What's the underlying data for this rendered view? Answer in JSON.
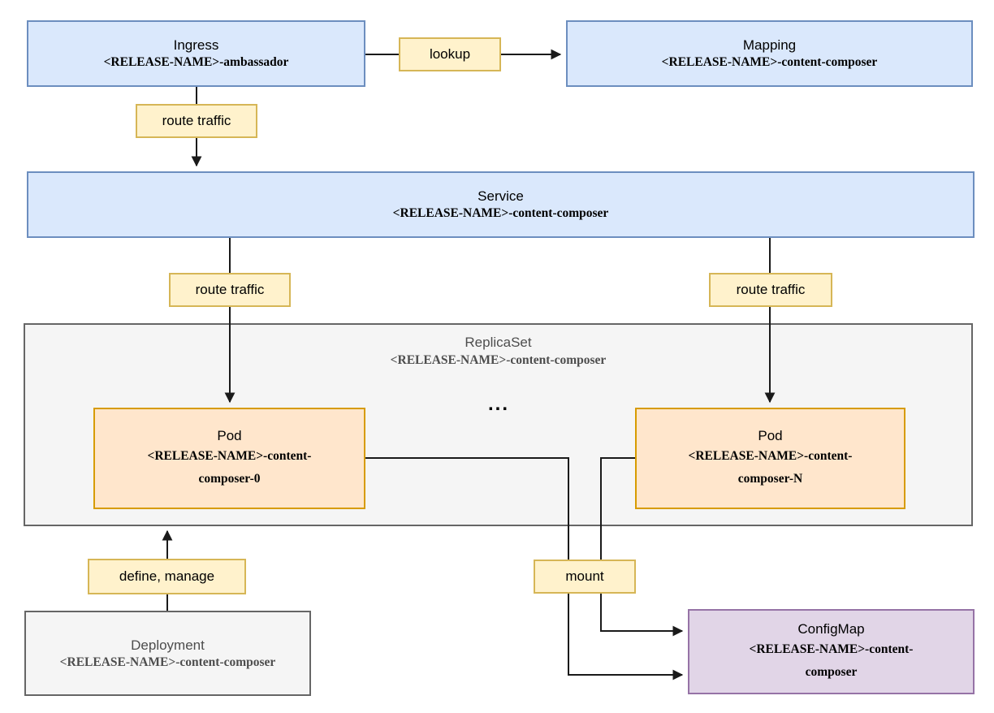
{
  "diagram": {
    "nodes": {
      "ingress": {
        "title": "Ingress",
        "subtitle": "<RELEASE-NAME>-ambassador"
      },
      "mapping": {
        "title": "Mapping",
        "subtitle": "<RELEASE-NAME>-content-composer"
      },
      "service": {
        "title": "Service",
        "subtitle": "<RELEASE-NAME>-content-composer"
      },
      "replicaset": {
        "title": "ReplicaSet",
        "subtitle": "<RELEASE-NAME>-content-composer"
      },
      "pod0": {
        "title": "Pod",
        "subtitle_line1": "<RELEASE-NAME>-content-",
        "subtitle_line2": "composer-0"
      },
      "podN": {
        "title": "Pod",
        "subtitle_line1": "<RELEASE-NAME>-content-",
        "subtitle_line2": "composer-N"
      },
      "deployment": {
        "title": "Deployment",
        "subtitle": "<RELEASE-NAME>-content-composer"
      },
      "configmap": {
        "title": "ConfigMap",
        "subtitle_line1": "<RELEASE-NAME>-content-",
        "subtitle_line2": "composer"
      }
    },
    "edge_labels": {
      "lookup": "lookup",
      "route_traffic_ingress": "route traffic",
      "route_traffic_left": "route traffic",
      "route_traffic_right": "route traffic",
      "define_manage": "define, manage",
      "mount": "mount"
    },
    "ellipsis": "...",
    "colors": {
      "node_blue_fill": "#dae8fc",
      "node_blue_stroke": "#6c8ebf",
      "node_orange_fill": "#ffe6cc",
      "node_orange_stroke": "#d79b00",
      "node_purple_fill": "#e1d5e7",
      "node_purple_stroke": "#9673a6",
      "node_gray_fill": "#f5f5f5",
      "node_gray_stroke": "#666666",
      "label_fill": "#fff2cc",
      "label_stroke": "#d6b656",
      "connector": "#1a1a1a",
      "gray_text": "#4d4d4d"
    }
  }
}
